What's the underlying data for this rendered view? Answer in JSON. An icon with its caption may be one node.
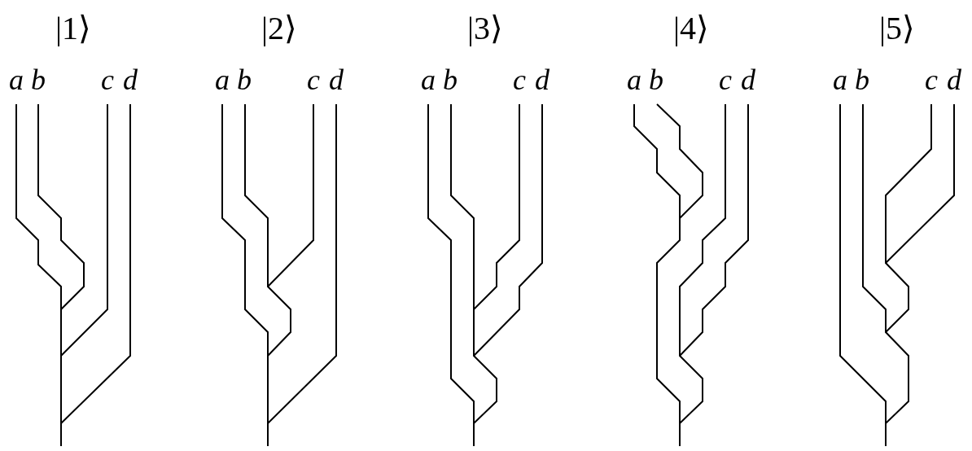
{
  "diagram": {
    "labels": [
      "|1⟩",
      "|2⟩",
      "|3⟩",
      "|4⟩",
      "|5⟩",
      "a",
      "b",
      "c",
      "d",
      "a",
      "b",
      "c",
      "d",
      "a",
      "b",
      "c",
      "d",
      "a",
      "b",
      "c",
      "d",
      "a",
      "b",
      "c",
      "d"
    ]
  }
}
